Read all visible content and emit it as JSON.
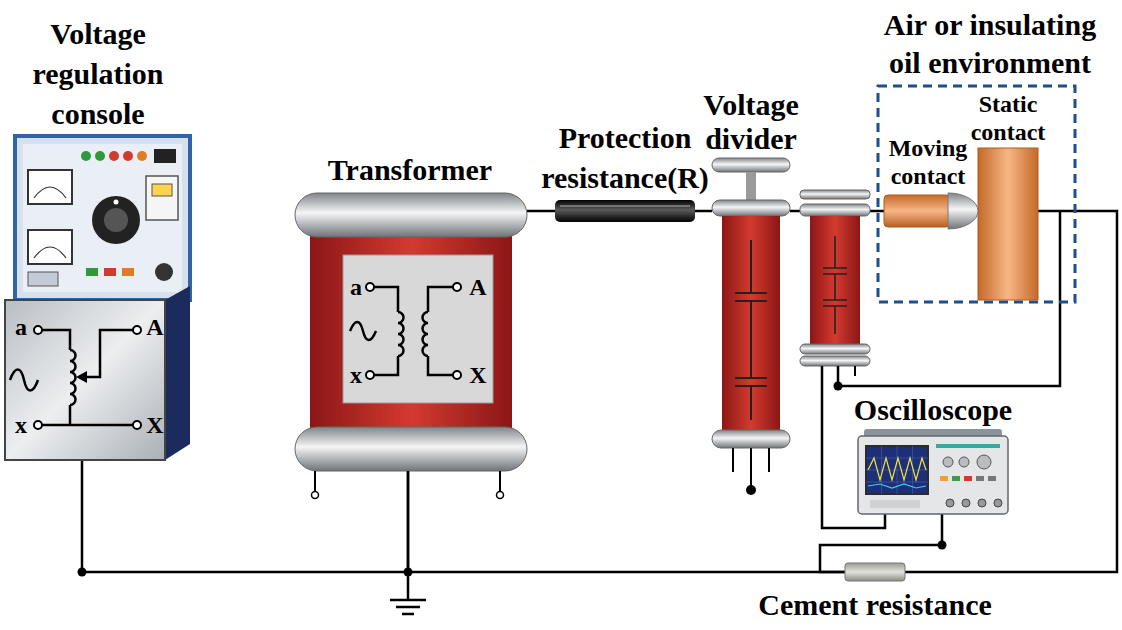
{
  "diagram": {
    "nodes": [
      {
        "text": [
          "Voltage regulation console"
        ]
      },
      {
        "text": [
          "Transformer"
        ]
      },
      {
        "text": [
          "Protection resistance(R)"
        ]
      },
      {
        "text": [
          "Voltage divider"
        ]
      },
      {
        "text": [
          "Air or insulating oil environment"
        ]
      },
      {
        "text": [
          "Moving contact"
        ],
        "in": 4
      },
      {
        "text": [
          "Static contact"
        ],
        "in": 4
      },
      {
        "text": [
          "Oscilloscope"
        ]
      },
      {
        "text": [
          "Cement resistance"
        ]
      }
    ],
    "edges": [
      {
        "from": 0,
        "to": 1,
        "arrow": "none"
      },
      {
        "from": 1,
        "to": 2,
        "arrow": "none"
      },
      {
        "from": 2,
        "to": 3,
        "arrow": "none"
      },
      {
        "from": 3,
        "to": 5,
        "arrow": "none"
      },
      {
        "from": 1,
        "to": 8,
        "arrow": "none"
      },
      {
        "from": 6,
        "to": 8,
        "arrow": "none"
      },
      {
        "from": 7,
        "to": 8,
        "arrow": "none"
      }
    ],
    "labels": [
      "a",
      "A",
      "x",
      "X",
      "a",
      "A",
      "x",
      "X"
    ]
  }
}
